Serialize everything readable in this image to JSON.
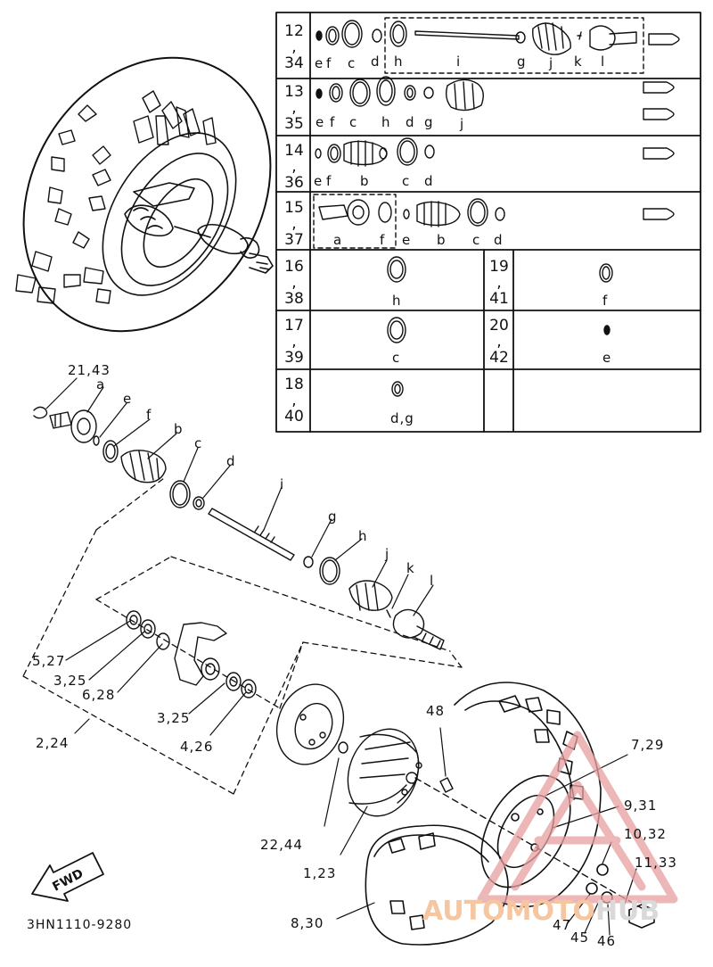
{
  "table": {
    "rows": [
      {
        "line1": "12",
        "line2": "34",
        "letters": [
          "e",
          "f",
          "c",
          "d",
          "h",
          "i",
          "g",
          "j",
          "k",
          "l"
        ]
      },
      {
        "line1": "13",
        "line2": "35",
        "letters": [
          "e",
          "f",
          "c",
          "h",
          "d",
          "g",
          "j"
        ]
      },
      {
        "line1": "14",
        "line2": "36",
        "letters": [
          "e",
          "f",
          "b",
          "c",
          "d"
        ]
      },
      {
        "line1": "15",
        "line2": "37",
        "letters": [
          "a",
          "f",
          "e",
          "b",
          "c",
          "d"
        ]
      }
    ],
    "cells": [
      {
        "line1": "16",
        "line2": "38",
        "letter": "h"
      },
      {
        "line1": "19",
        "line2": "41",
        "letter": "f"
      },
      {
        "line1": "17",
        "line2": "39",
        "letter": "c"
      },
      {
        "line1": "20",
        "line2": "42",
        "letter": "e"
      },
      {
        "line1": "18",
        "line2": "40",
        "letter": "d,g"
      }
    ]
  },
  "callouts": {
    "c2143": "21,43",
    "a": "a",
    "e": "e",
    "f": "f",
    "b": "b",
    "c": "c",
    "d": "d",
    "i": "i",
    "g": "g",
    "h": "h",
    "j": "j",
    "k": "k",
    "l": "l",
    "c527": "5,27",
    "c325a": "3,25",
    "c628": "6,28",
    "c325b": "3,25",
    "c426": "4,26",
    "c224": "2,24",
    "c48": "48",
    "c729": "7,29",
    "c931": "9,31",
    "c1032": "10,32",
    "c1133": "11,33",
    "c2244": "22,44",
    "c123": "1,23",
    "c830": "8,30",
    "c47": "47",
    "c45": "45",
    "c46": "46"
  },
  "fwd_label": "FWD",
  "diagram_code": "3HN1110-9280",
  "watermark": {
    "part1": "AUTOMOTO",
    "part2": "HUB"
  }
}
